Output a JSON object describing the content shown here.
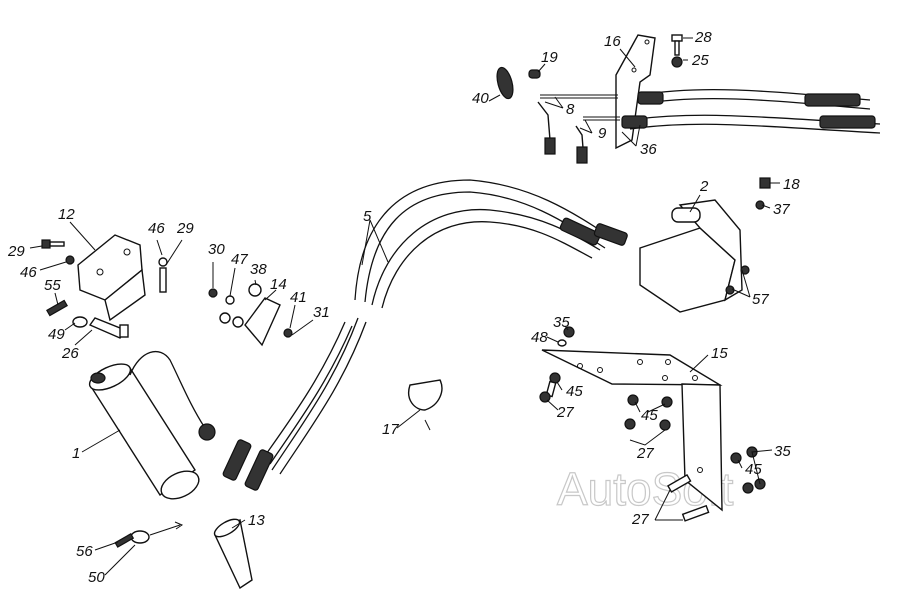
{
  "diagram": {
    "watermark": "AutoSoft",
    "labels": [
      "16",
      "28",
      "25",
      "19",
      "40",
      "8",
      "9",
      "36",
      "18",
      "2",
      "37",
      "12",
      "5",
      "46",
      "29",
      "30",
      "47",
      "38",
      "29",
      "46",
      "14",
      "41",
      "31",
      "55",
      "57",
      "35",
      "48",
      "15",
      "49",
      "26",
      "45",
      "27",
      "45",
      "27",
      "35",
      "45",
      "1",
      "17",
      "13",
      "27",
      "56",
      "50"
    ]
  }
}
